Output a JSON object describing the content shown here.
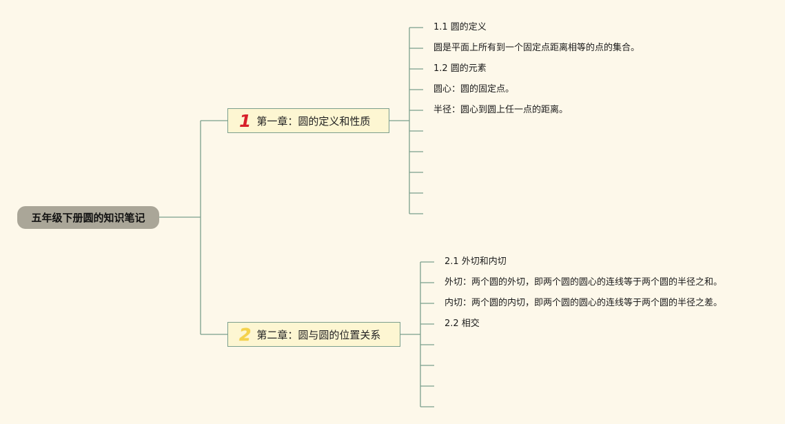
{
  "root": {
    "label": "五年级下册圆的知识笔记"
  },
  "chapters": [
    {
      "number": "1",
      "number_color": "#d8202a",
      "title": "第一章：圆的定义和性质",
      "items": [
        "1.1 圆的定义",
        "圆是平面上所有到一个固定点距离相等的点的集合。",
        "1.2 圆的元素",
        "圆心：圆的固定点。",
        "半径：圆心到圆上任一点的距离。",
        "",
        "",
        "",
        "",
        ""
      ]
    },
    {
      "number": "2",
      "number_color": "#f4d24a",
      "title": "第二章：圆与圆的位置关系",
      "items": [
        "2.1 外切和内切",
        "外切：两个圆的外切，即两个圆的圆心的连线等于两个圆的半径之和。",
        "内切：两个圆的内切，即两个圆的圆心的连线等于两个圆的半径之差。",
        "2.2 相交",
        "",
        "",
        "",
        ""
      ]
    }
  ],
  "colors": {
    "background": "#fdf8ea",
    "connector": "#7a9e8c",
    "root_fill": "#aaa698",
    "chapter_fill": "#fdf6d2"
  }
}
